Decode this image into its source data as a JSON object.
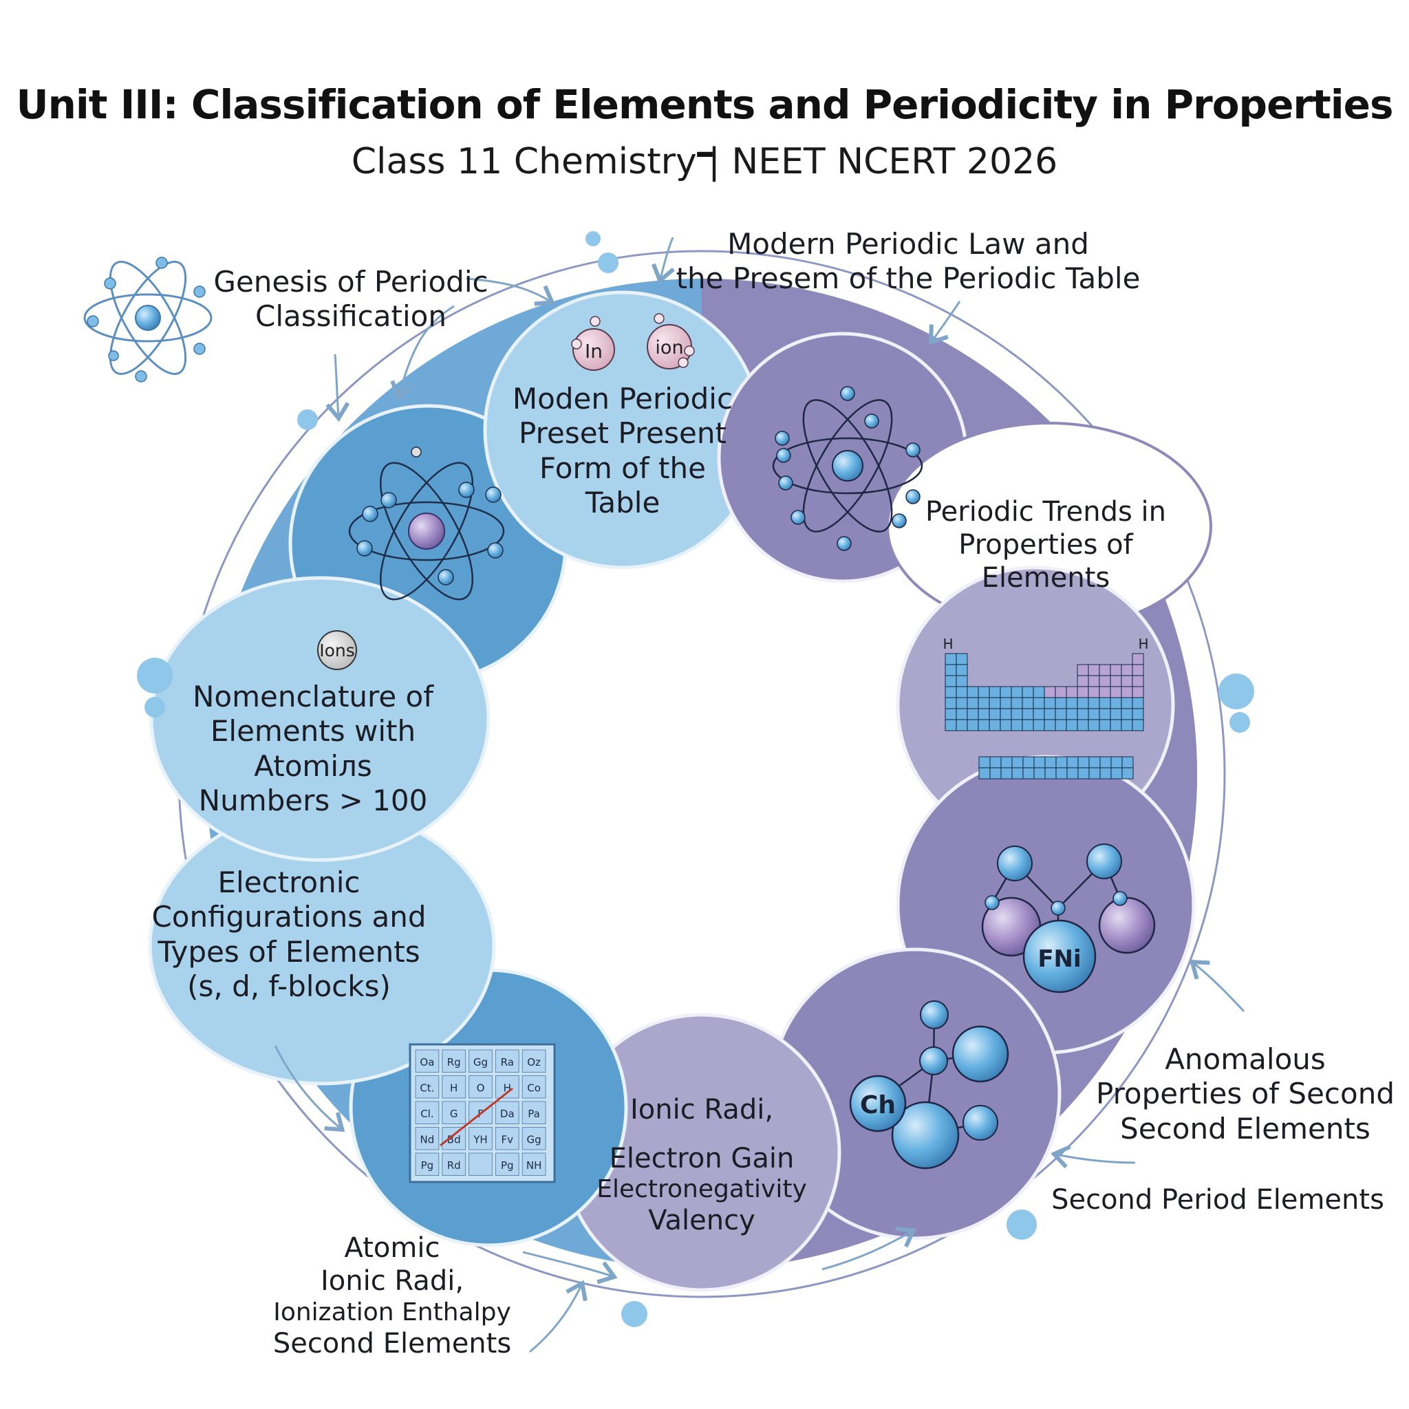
{
  "header": {
    "title": "Unit III: Classification of Elements and Periodicity in Properties –",
    "subtitle": "Class 11 Chemistry | NEET NCERT 2026"
  },
  "outer_labels": {
    "genesis": [
      "Genesis of Periodic",
      "Classification"
    ],
    "modern_law": [
      "Modern Periodic Law and",
      "the Presem of the Periodic Table"
    ],
    "anomalous": [
      "Anomalous",
      "Properties of Second",
      "Second Elements"
    ],
    "second_period": [
      "Second Period Elements"
    ],
    "atomic_radii": [
      "Atomic",
      "Ionic Radi,",
      "Ionization Enthalpy",
      "Second Elements"
    ]
  },
  "segments": {
    "modern_form": [
      "Moden Periodic",
      "Preset Present",
      "Form of the",
      "Table"
    ],
    "nomenclature": [
      "Nomenclature of",
      "Elements with",
      "Atomiлs",
      "Numbers > 100"
    ],
    "electronic": [
      "Electronic",
      "Configurations and",
      "Types of Elements",
      "(s,  d, f-blocks)"
    ],
    "trends": [
      "Periodic Trends in",
      "Properties of Elements"
    ],
    "ionic_center": [
      "Ionic Radi,",
      "",
      "Electron Gain",
      "Electronegativity",
      "Valency"
    ]
  },
  "badges": {
    "in": "In",
    "ion": "ion",
    "ions": "Ions",
    "fni": "FNi",
    "ch": "Ch"
  },
  "periodic_mini": {
    "h_left": "H",
    "h_right": "H"
  },
  "element_grid": [
    [
      "Oa",
      "Rg",
      "Gg",
      "Ra",
      "Oz"
    ],
    [
      "Ct.",
      "H",
      "O",
      "H",
      "Co"
    ],
    [
      "Cl.",
      "G",
      "F",
      "Da",
      "Pa"
    ],
    [
      "Nd",
      "Bd",
      "YH",
      "Fv",
      "Gg"
    ],
    [
      "Pg",
      "Rd",
      "",
      "Pg",
      "NH"
    ]
  ],
  "colors": {
    "blue_dark": "#5b9fd1",
    "blue_light": "#a9d3ec",
    "purple_dark": "#8c86b9",
    "purple_light": "#aba6cc",
    "arrow": "#7fa6c9",
    "atom_blue": "#5ba8dc"
  },
  "icons": [
    "atom-icon",
    "molecule-icon",
    "periodic-table-icon",
    "element-grid-icon"
  ]
}
